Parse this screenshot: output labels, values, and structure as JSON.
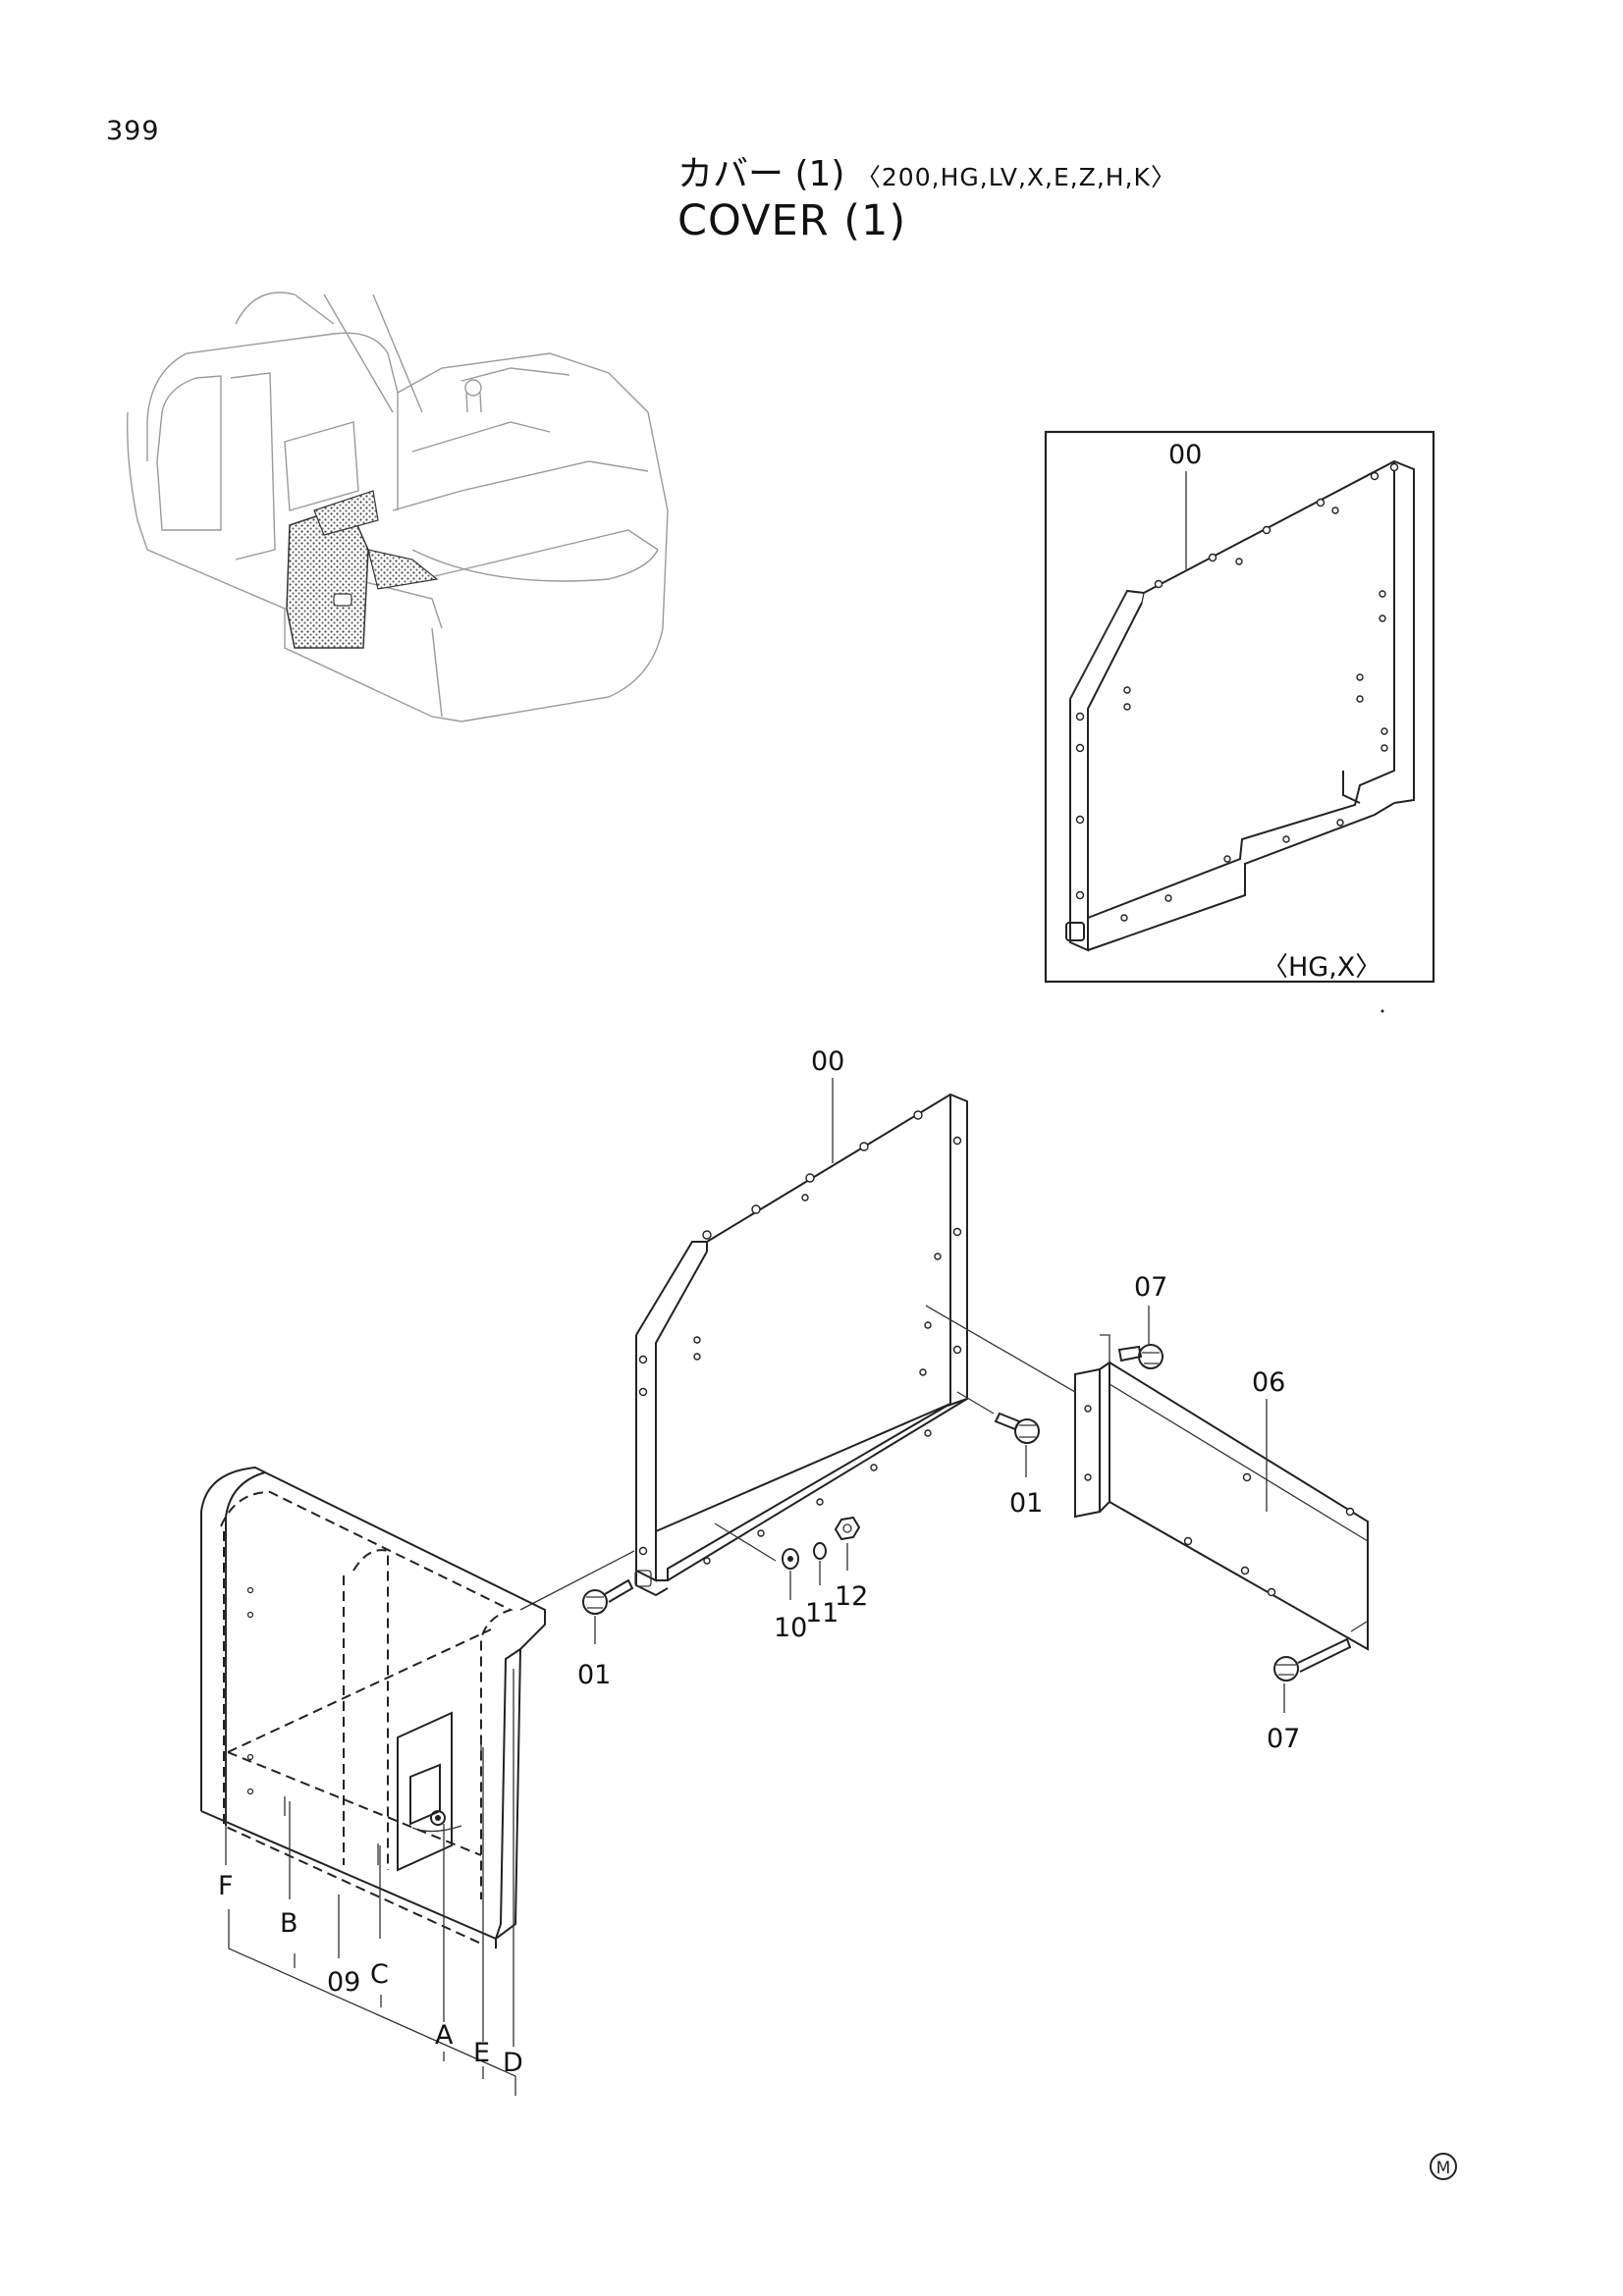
{
  "page_number": "399",
  "title": {
    "japanese": "カバー (1)",
    "variants": "〈200,HG,LV,X,E,Z,H,K〉",
    "english": "COVER (1)"
  },
  "inset": {
    "part_label": "00",
    "variant_note": "〈HG,X〉"
  },
  "part_labels": {
    "frame": "00",
    "bolt_left": "01",
    "bolt_mid": "01",
    "plate": "06",
    "bolt_top": "07",
    "bolt_bottom": "07",
    "cover": "09",
    "washer": "10",
    "lock_washer": "11",
    "nut": "12"
  },
  "detail_letters": [
    "A",
    "B",
    "C",
    "D",
    "E",
    "F"
  ],
  "mark": "M"
}
